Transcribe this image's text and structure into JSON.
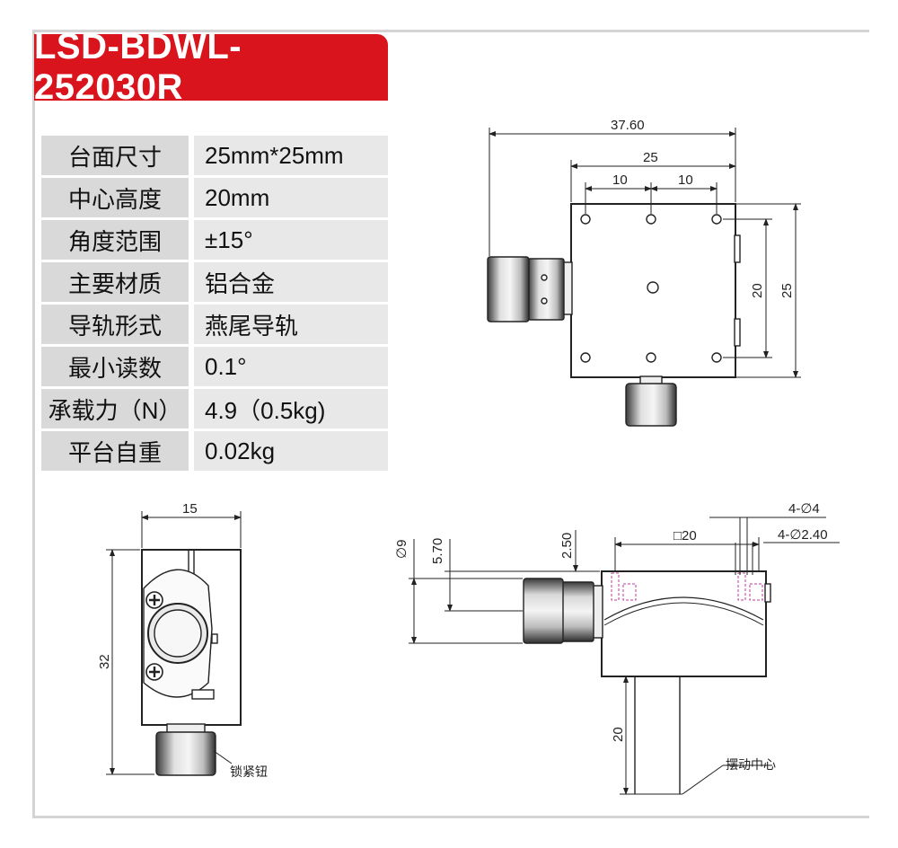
{
  "title": "LSD-BDWL-252030R",
  "specs": [
    {
      "label": "台面尺寸",
      "value": "25mm*25mm"
    },
    {
      "label": "中心高度",
      "value": "20mm"
    },
    {
      "label": "角度范围",
      "value": "±15°"
    },
    {
      "label": "主要材质",
      "value": "铝合金"
    },
    {
      "label": "导轨形式",
      "value": "燕尾导轨"
    },
    {
      "label": "最小读数",
      "value": "0.1°"
    },
    {
      "label": "承载力（N）",
      "value": "4.9（0.5kg)"
    },
    {
      "label": "平台自重",
      "value": "0.02kg"
    }
  ],
  "top_view": {
    "dim_overall": "37.60",
    "dim_width": "25",
    "dim_pitch_left": "10",
    "dim_pitch_right": "10",
    "dim_hole_spacing": "20",
    "dim_height": "25"
  },
  "side_view": {
    "dim_width": "15",
    "dim_height": "32",
    "label_knob": "锁紧钮"
  },
  "front_view": {
    "dim_knob_dia": "∅9",
    "dim_knob_offset": "5.70",
    "dim_top_offset": "2.50",
    "dim_square": "□20",
    "dim_holes_large": "4-∅4",
    "dim_holes_small": "4-∅2.40",
    "dim_center_height": "20",
    "label_center": "摆动中心"
  }
}
